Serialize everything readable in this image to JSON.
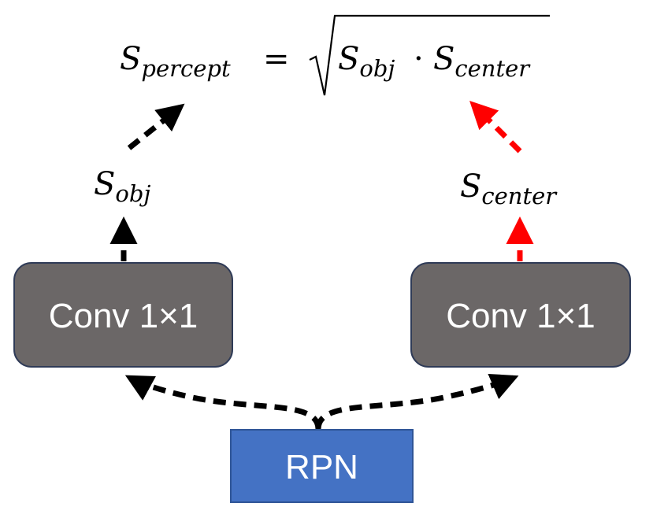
{
  "formula": {
    "lhs_base": "S",
    "lhs_sub": "percept",
    "equals": "=",
    "rad_s1": "S",
    "rad_sub1": "obj",
    "dot": "·",
    "rad_s2": "S",
    "rad_sub2": "center"
  },
  "left_branch": {
    "score_base": "S",
    "score_sub": "obj",
    "conv_label": "Conv 1×1"
  },
  "right_branch": {
    "score_base": "S",
    "score_sub": "center",
    "conv_label": "Conv 1×1"
  },
  "source": {
    "label": "RPN"
  },
  "colors": {
    "conv_fill": "#6b6767",
    "conv_stroke": "#2f3b57",
    "rpn_fill": "#4472c4",
    "rpn_stroke": "#2f5597",
    "arrow_black": "#000000",
    "arrow_red": "#ff0000"
  }
}
